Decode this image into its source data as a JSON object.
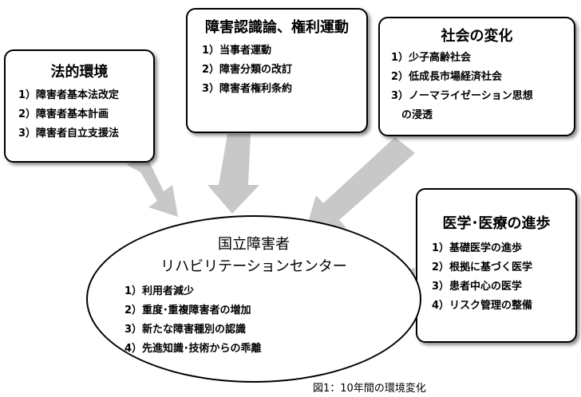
{
  "boxes": {
    "legal": {
      "title": "法的環境",
      "items": [
        "1）障害者基本法改定",
        "2）障害者基本計画",
        "3）障害者自立支援法"
      ]
    },
    "theory": {
      "title": "障害認識論、権利運動",
      "items": [
        "1）当事者運動",
        "2）障害分類の改訂",
        "3）障害者権利条約"
      ]
    },
    "society": {
      "title": "社会の変化",
      "items": [
        "1）少子高齢社会",
        "2）低成長市場経済社会",
        "3）ノーマライゼーション思想",
        "　の浸透"
      ]
    },
    "medicine": {
      "title": "医学･医療の進歩",
      "items": [
        "1）基礎医学の進歩",
        "2）根拠に基づく医学",
        "3）患者中心の医学",
        "4）リスク管理の整備"
      ]
    }
  },
  "center": {
    "title_line1": "国立障害者",
    "title_line2": "リハビリテーションセンター",
    "items": [
      "1）利用者減少",
      "2）重度･重複障害者の増加",
      "3）新たな障害種別の認識",
      "4）先進知識･技術からの乖離"
    ]
  },
  "caption": "図1：10年間の環境変化",
  "colors": {
    "arrow": "#c8c8c8",
    "border": "#000000"
  }
}
